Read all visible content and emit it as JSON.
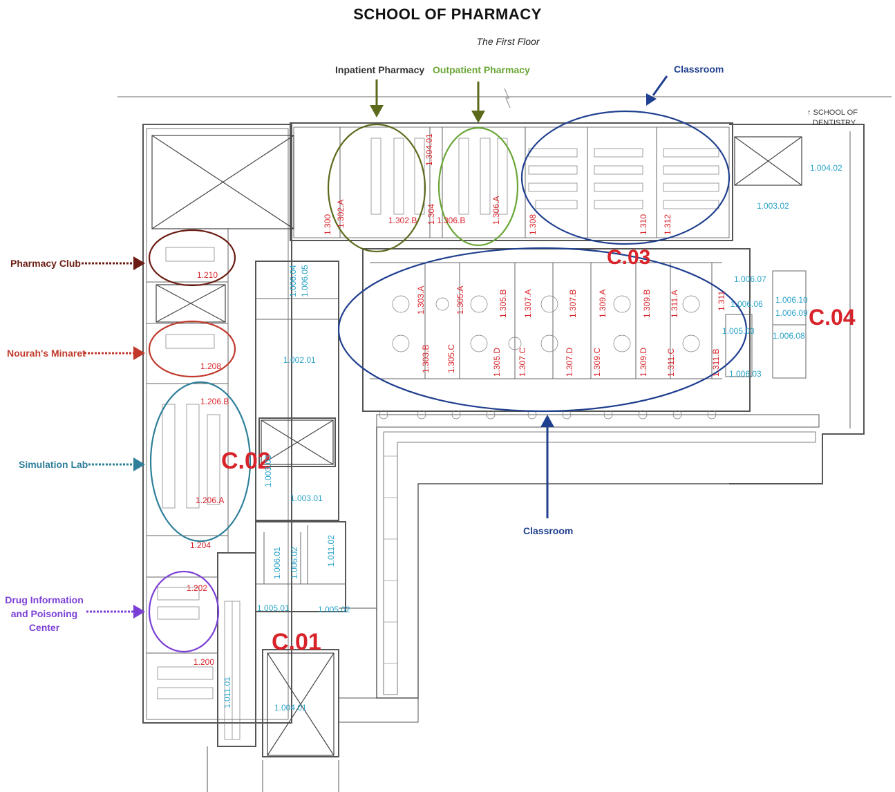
{
  "header": {
    "title": "SCHOOL OF PHARMACY",
    "subtitle": "The First Floor"
  },
  "annotations": {
    "inpatient_pharmacy": "Inpatient Pharmacy",
    "outpatient_pharmacy": "Outpatient Pharmacy",
    "classroom_top": "Classroom",
    "classroom_bottom": "Classroom",
    "pharmacy_club": "Pharmacy Club",
    "nourahs_minaret": "Nourah's Minaret",
    "simulation_lab": "Simulation Lab",
    "drug_info_line1": "Drug Information",
    "drug_info_line2": "and Poisoning",
    "drug_info_line3": "Center",
    "school_of_dentistry_line1": "↑ SCHOOL OF",
    "school_of_dentistry_line2": "DENTISTRY"
  },
  "zones": {
    "c01": "C.01",
    "c02": "C.02",
    "c03": "C.03",
    "c04": "C.04"
  },
  "rooms": {
    "r1210": "1.210",
    "r1208": "1.208",
    "r1206b": "1.206.B",
    "r1206a": "1.206.A",
    "r1204": "1.204",
    "r1202": "1.202",
    "r1200": "1.200",
    "r1300": "1.300",
    "r1302a": "1.302.A",
    "r1302b": "1.302.B",
    "r1304": "1.304",
    "r1304_01": "1.304.01",
    "r1306b": "1.306.B",
    "r1306a": "1.306.A",
    "r1308": "1.308",
    "r1310": "1.310",
    "r1312": "1.312",
    "r1303a": "1.303.A",
    "r1303b": "1.303.B",
    "r1305a": "1.305.A",
    "r1305b": "1.305.B",
    "r1305c": "1.305.C",
    "r1305d": "1.305.D",
    "r1307a": "1.307.A",
    "r1307b": "1.307.B",
    "r1307c": "1.307.C",
    "r1307d": "1.307.D",
    "r1309a": "1.309.A",
    "r1309b": "1.309.B",
    "r1309c": "1.309.C",
    "r1309d": "1.309.D",
    "r1311a": "1.311.A",
    "r1311c": "1.311.C",
    "r1311b": "1.311.B",
    "r1311": "1.311"
  },
  "services": {
    "s1004_02": "1.004.02",
    "s1003_02": "1.003.02",
    "s1006_04": "1.006.04",
    "s1006_05": "1.006.05",
    "s1002_01": "1.002.01",
    "s1003_01": "1.003.01",
    "s1006_03": "1.006.03",
    "s1006_01": "1.006.01",
    "s1006_02": "1.006.02",
    "s1011_02": "1.011.02",
    "s1005_01": "1.005.01",
    "s1005_02": "1.005.02",
    "s1004_01": "1.004.01",
    "s1006_07": "1.006.07",
    "s1006_06": "1.006.06",
    "s1006_10": "1.006.10",
    "s1006_09": "1.006.09",
    "s1005_03": "1.005.03",
    "s1006_08": "1.006.08",
    "s1003_03": "1.003.03",
    "s1011_01": "1.011.01"
  },
  "colors": {
    "inpatient": "#5a6a1a",
    "outpatient": "#6aa636",
    "classroom": "#1f3f8f",
    "pharmacy_club": "#6b1c12",
    "nourah": "#c0392b",
    "simulation": "#2e7f99",
    "drug_info": "#7b3fd6",
    "zone_red": "#d8232a",
    "room_red": "#d8232a",
    "service_cyan": "#2aa3c9",
    "wall": "#555555"
  }
}
